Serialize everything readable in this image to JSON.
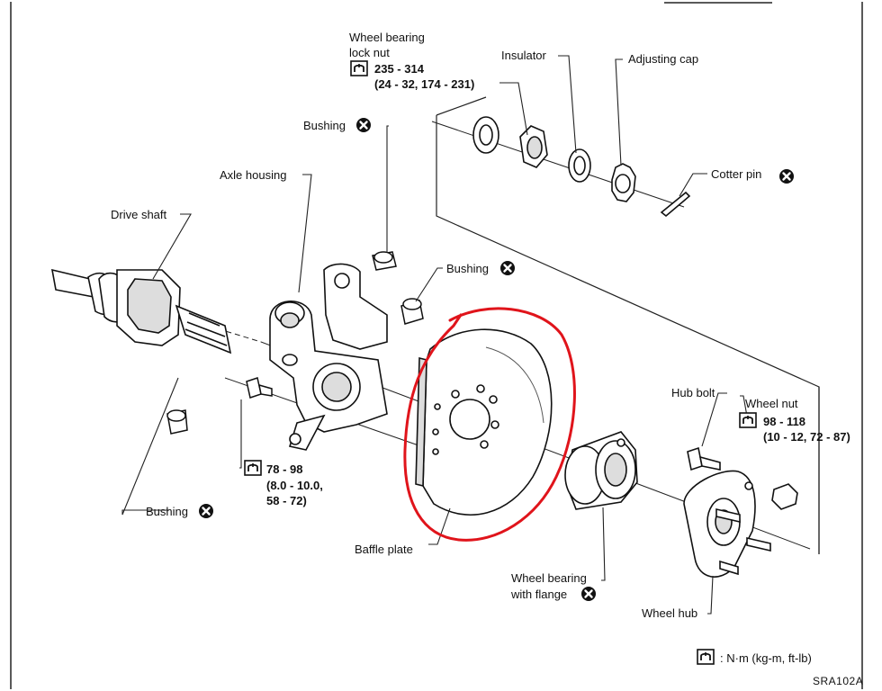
{
  "labels": {
    "lock_nut_l1": "Wheel bearing",
    "lock_nut_l2": "lock nut",
    "lock_nut_t1": "235 - 314",
    "lock_nut_t2": "(24 - 32, 174 - 231)",
    "insulator": "Insulator",
    "adjusting_cap": "Adjusting cap",
    "bushing_top": "Bushing",
    "cotter_pin": "Cotter pin",
    "axle_housing": "Axle housing",
    "drive_shaft": "Drive shaft",
    "bushing_right": "Bushing",
    "hub_bolt": "Hub bolt",
    "wheel_nut": "Wheel nut",
    "wheel_nut_t1": "98 - 118",
    "wheel_nut_t2": "(10 - 12, 72 - 87)",
    "bolt_t1": "78 - 98",
    "bolt_t2": "(8.0 - 10.0,",
    "bolt_t3": "58 - 72)",
    "bushing_bottom": "Bushing",
    "baffle_plate": "Baffle plate",
    "bearing_flange_l1": "Wheel bearing",
    "bearing_flange_l2": "with flange",
    "wheel_hub": "Wheel hub",
    "legend_text": ": N·m (kg-m, ft-lb)",
    "figure_code": "SRA102A"
  },
  "icons": {
    "replace_part": "x-circle-icon",
    "tightening_torque": "wrench-torque-icon"
  },
  "colors": {
    "line": "#1a1a1a",
    "highlight": "#e0141b"
  }
}
